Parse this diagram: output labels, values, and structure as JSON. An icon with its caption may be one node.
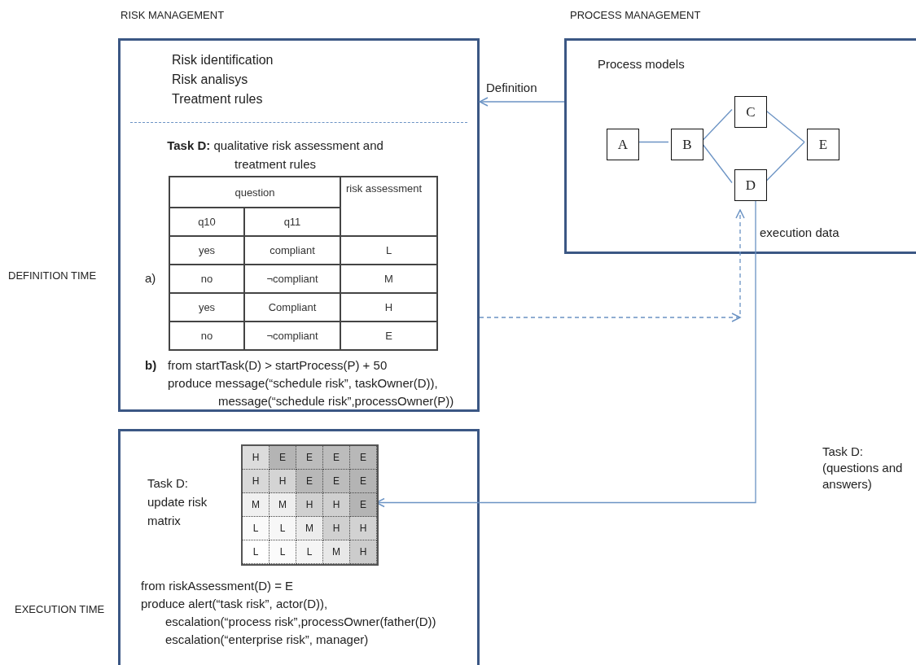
{
  "diagram": {
    "nodes": [
      {
        "text": [
          "Risk identification",
          "Risk analisys",
          "Treatment rules",
          "**Task D:** qualitative risk  assessment and treatment rules",
          "a)",
          "b)",
          "from startTask(D) > startProcess(P) + 50",
          "produce message(“schedule risk”, taskOwner(D)),",
          "message(“schedule risk”,processOwner(P))"
        ]
      },
      {
        "text": [
          "question",
          "risk assessment",
          "q10",
          "q11",
          "yes",
          "compliant",
          "L",
          "no",
          "¬compliant",
          "M",
          "yes",
          "Compliant",
          "H",
          "no",
          "¬compliant",
          "E"
        ],
        "in": 0
      },
      {
        "text": [
          "Process models"
        ]
      },
      {
        "text": [
          "A"
        ],
        "in": 2
      },
      {
        "text": [
          "B"
        ],
        "in": 2
      },
      {
        "text": [
          "C"
        ],
        "in": 2
      },
      {
        "text": [
          "D"
        ],
        "in": 2
      },
      {
        "text": [
          "E"
        ],
        "in": 2
      },
      {
        "text": [
          "Task D: update risk matrix",
          "from riskAssessment(D) = E",
          "produce alert(“task risk”, actor(D)),",
          "escalation(“process risk”,processOwner(father(D))",
          "escalation(“enterprise risk”, manager)"
        ]
      },
      {
        "text": [
          "H",
          "E",
          "E",
          "E",
          "E",
          "H",
          "H",
          "E",
          "E",
          "E",
          "M",
          "M",
          "H",
          "H",
          "E",
          "L",
          "L",
          "M",
          "H",
          "H",
          "L",
          "L",
          "L",
          "M",
          "H"
        ],
        "in": 8
      }
    ],
    "edges": [
      {
        "from": 2,
        "to": 0,
        "arrow": "to",
        "label": "Definition"
      },
      {
        "from": 3,
        "to": 4,
        "arrow": "none"
      },
      {
        "from": 4,
        "to": 5,
        "arrow": "none"
      },
      {
        "from": 4,
        "to": 6,
        "arrow": "none"
      },
      {
        "from": 5,
        "to": 7,
        "arrow": "none"
      },
      {
        "from": 6,
        "to": 7,
        "arrow": "none"
      },
      {
        "from": 0,
        "to": 6,
        "arrow": "to",
        "style": "dashed"
      },
      {
        "from": 6,
        "to": 9,
        "arrow": "to",
        "label": "execution data"
      }
    ],
    "labels": [
      "RISK MANAGEMENT",
      "PROCESS MANAGEMENT",
      "DEFINITION TIME",
      "Task D: (questions and answers)",
      "EXECUTION TIME"
    ]
  }
}
